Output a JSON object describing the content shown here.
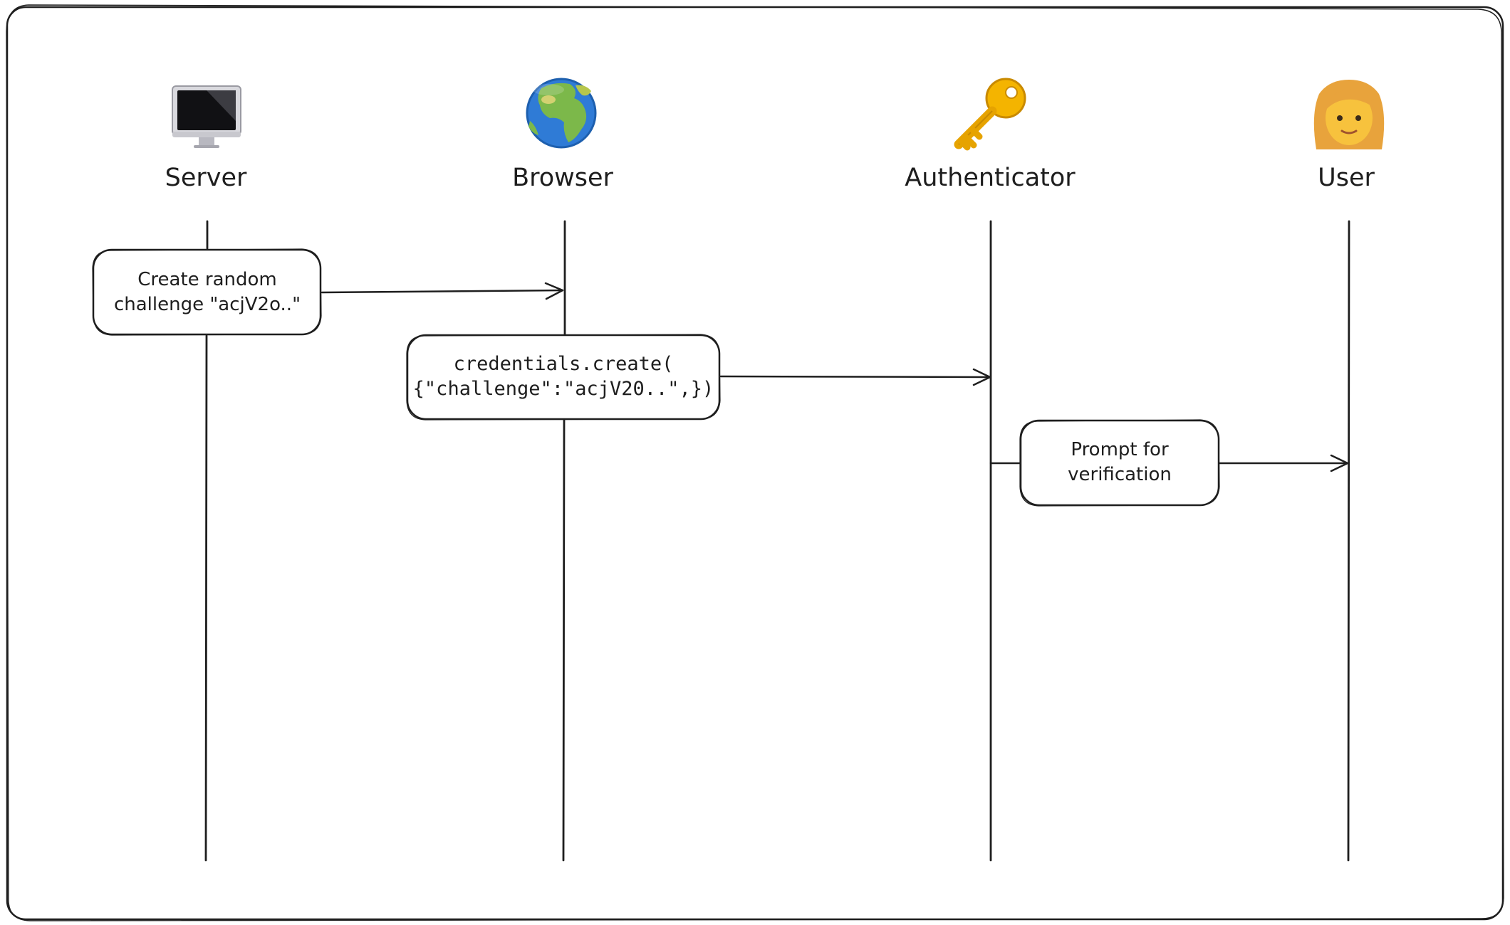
{
  "actors": [
    {
      "id": "server",
      "label": "Server",
      "icon": "desktop-computer-icon"
    },
    {
      "id": "browser",
      "label": "Browser",
      "icon": "globe-icon"
    },
    {
      "id": "authenticator",
      "label": "Authenticator",
      "icon": "key-icon"
    },
    {
      "id": "user",
      "label": "User",
      "icon": "woman-icon"
    }
  ],
  "steps": [
    {
      "from": "server",
      "to": "browser",
      "lines": [
        "Create random",
        "challenge \"acjV2o..\""
      ]
    },
    {
      "from": "browser",
      "to": "authenticator",
      "lines": [
        "credentials.create(",
        "{\"challenge\":\"acjV20..\",})"
      ]
    },
    {
      "from": "authenticator",
      "to": "user",
      "lines": [
        "Prompt for",
        "verification"
      ]
    }
  ]
}
